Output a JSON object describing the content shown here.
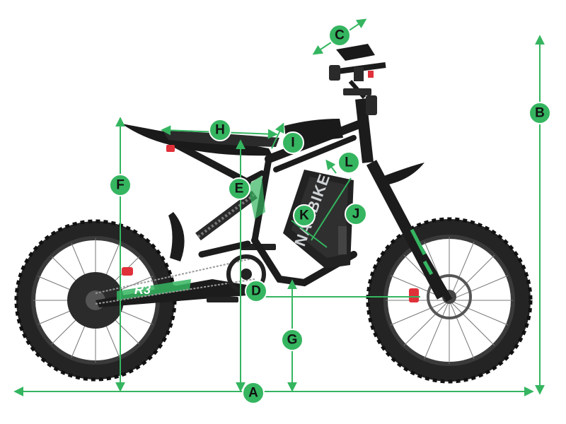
{
  "colors": {
    "accent": "#35b560",
    "frame": "#1c1c1c",
    "tire": "#262626",
    "rim": "#3a3a3a",
    "brake": "#e0303a"
  },
  "brand_logo": "NAKBIKE",
  "model_badge": "R3",
  "labels": {
    "A": "A",
    "B": "B",
    "C": "C",
    "D": "D",
    "E": "E",
    "F": "F",
    "G": "G",
    "H": "H",
    "I": "I",
    "J": "J",
    "K": "K",
    "L": "L"
  }
}
